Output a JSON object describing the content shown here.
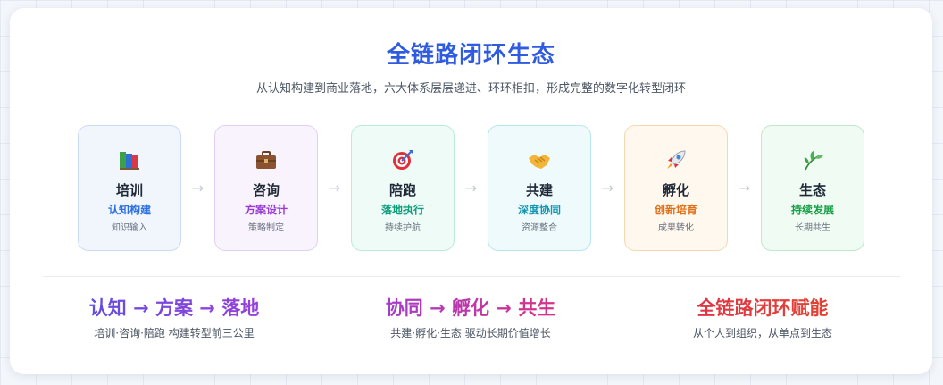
{
  "header": {
    "title": "全链路闭环生态",
    "subtitle": "从认知构建到商业落地，六大体系层层递进、环环相扣，形成完整的数字化转型闭环"
  },
  "arrow_glyph": "→",
  "steps": [
    {
      "icon": "books-icon",
      "name": "培训",
      "tag": "认知构建",
      "desc": "知识输入",
      "bg": "#f1f6fd",
      "border": "#c9dcf5",
      "tag_color": "#2f6fe0"
    },
    {
      "icon": "briefcase-icon",
      "name": "咨询",
      "tag": "方案设计",
      "desc": "策略制定",
      "bg": "#f8f3fd",
      "border": "#e1d0f3",
      "tag_color": "#9a3ad6"
    },
    {
      "icon": "target-icon",
      "name": "陪跑",
      "tag": "落地执行",
      "desc": "持续护航",
      "bg": "#eefbf7",
      "border": "#b9ebdc",
      "tag_color": "#0e9e7d"
    },
    {
      "icon": "handshake-icon",
      "name": "共建",
      "tag": "深度协同",
      "desc": "资源整合",
      "bg": "#eefafb",
      "border": "#b8e6ec",
      "tag_color": "#1396b0"
    },
    {
      "icon": "rocket-icon",
      "name": "孵化",
      "tag": "创新培育",
      "desc": "成果转化",
      "bg": "#fff8ef",
      "border": "#f5d8b0",
      "tag_color": "#e0721a"
    },
    {
      "icon": "sprout-icon",
      "name": "生态",
      "tag": "持续发展",
      "desc": "长期共生",
      "bg": "#effbf3",
      "border": "#bfe8cc",
      "tag_color": "#18a048"
    }
  ],
  "summary": [
    {
      "headline": "认知 → 方案 → 落地",
      "caption": "培训·咨询·陪跑 构建转型前三公里"
    },
    {
      "headline": "协同 → 孵化 → 共生",
      "caption": "共建·孵化·生态 驱动长期价值增长"
    },
    {
      "headline": "全链路闭环赋能",
      "caption": "从个人到组织，从单点到生态"
    }
  ]
}
